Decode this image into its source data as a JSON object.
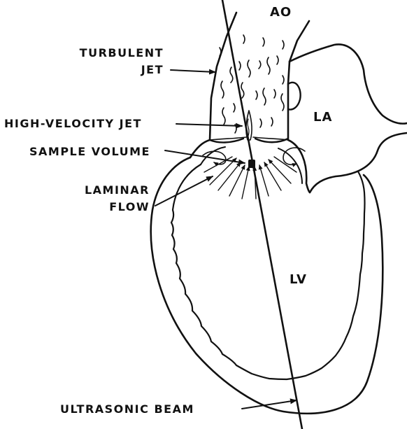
{
  "chambers": {
    "aorta": "AO",
    "left_atrium": "LA",
    "left_ventricle": "LV"
  },
  "labels": {
    "turbulent_jet_line1": "TURBULENT",
    "turbulent_jet_line2": "JET",
    "high_velocity_jet": "HIGH-VELOCITY JET",
    "sample_volume": "SAMPLE VOLUME",
    "laminar_flow_line1": "LAMINAR",
    "laminar_flow_line2": "FLOW",
    "ultrasonic_beam": "ULTRASONIC BEAM"
  },
  "colors": {
    "ink": "#111111",
    "background": "#ffffff"
  }
}
